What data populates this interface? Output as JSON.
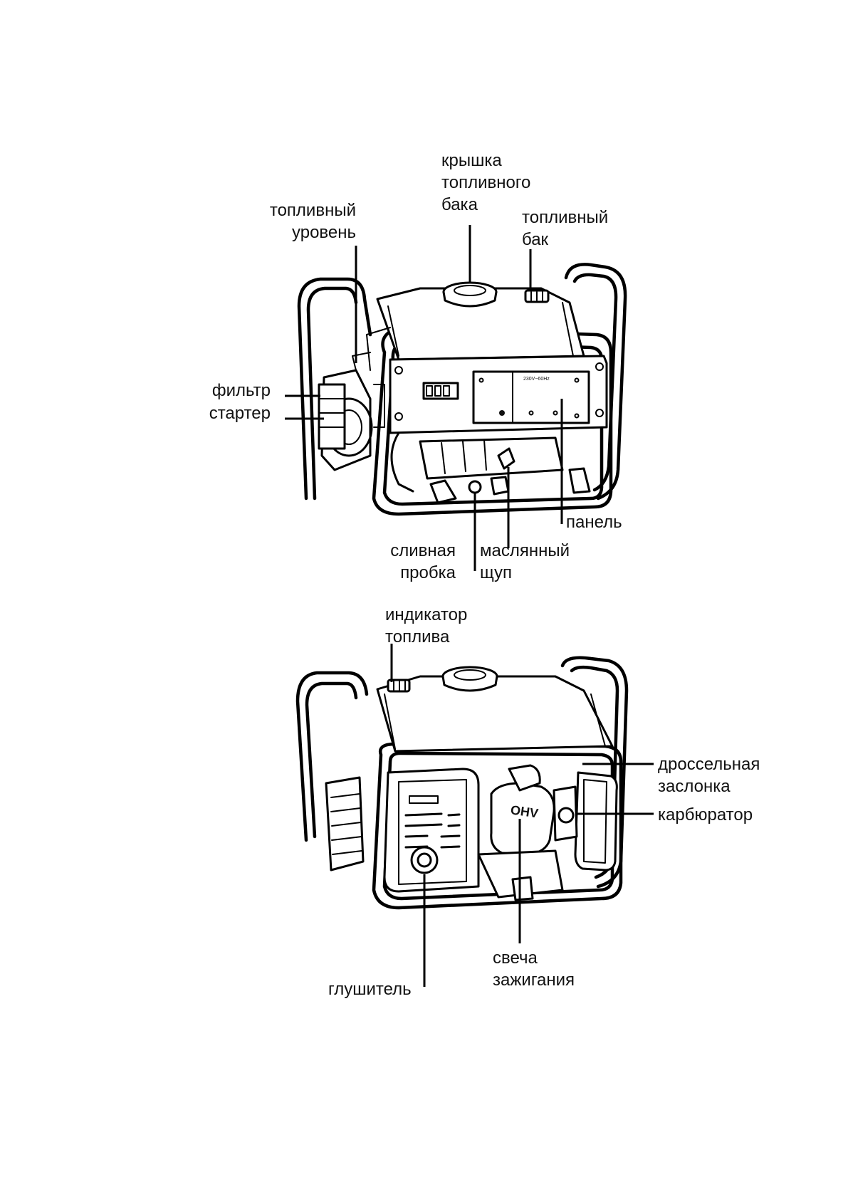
{
  "top_view": {
    "labels": {
      "fuel_cap": [
        "крышка",
        "топливного",
        "бака"
      ],
      "fuel_level": [
        "топливный",
        "уровень"
      ],
      "fuel_tank": [
        "топливный",
        "бак"
      ],
      "filter": "фильтр",
      "starter": "стартер",
      "panel": "панель",
      "drain_plug": [
        "сливная",
        "пробка"
      ],
      "dipstick": [
        "маслянный",
        "щуп"
      ]
    },
    "panel_print": "230V~60Hz"
  },
  "bottom_view": {
    "labels": {
      "fuel_indicator": [
        "индикатор",
        "топлива"
      ],
      "choke": [
        "дроссельная",
        "заслонка"
      ],
      "carburetor": "карбюратор",
      "spark_plug": [
        "свеча",
        "зажигания"
      ],
      "muffler": "глушитель"
    },
    "engine_print": "OHV"
  }
}
